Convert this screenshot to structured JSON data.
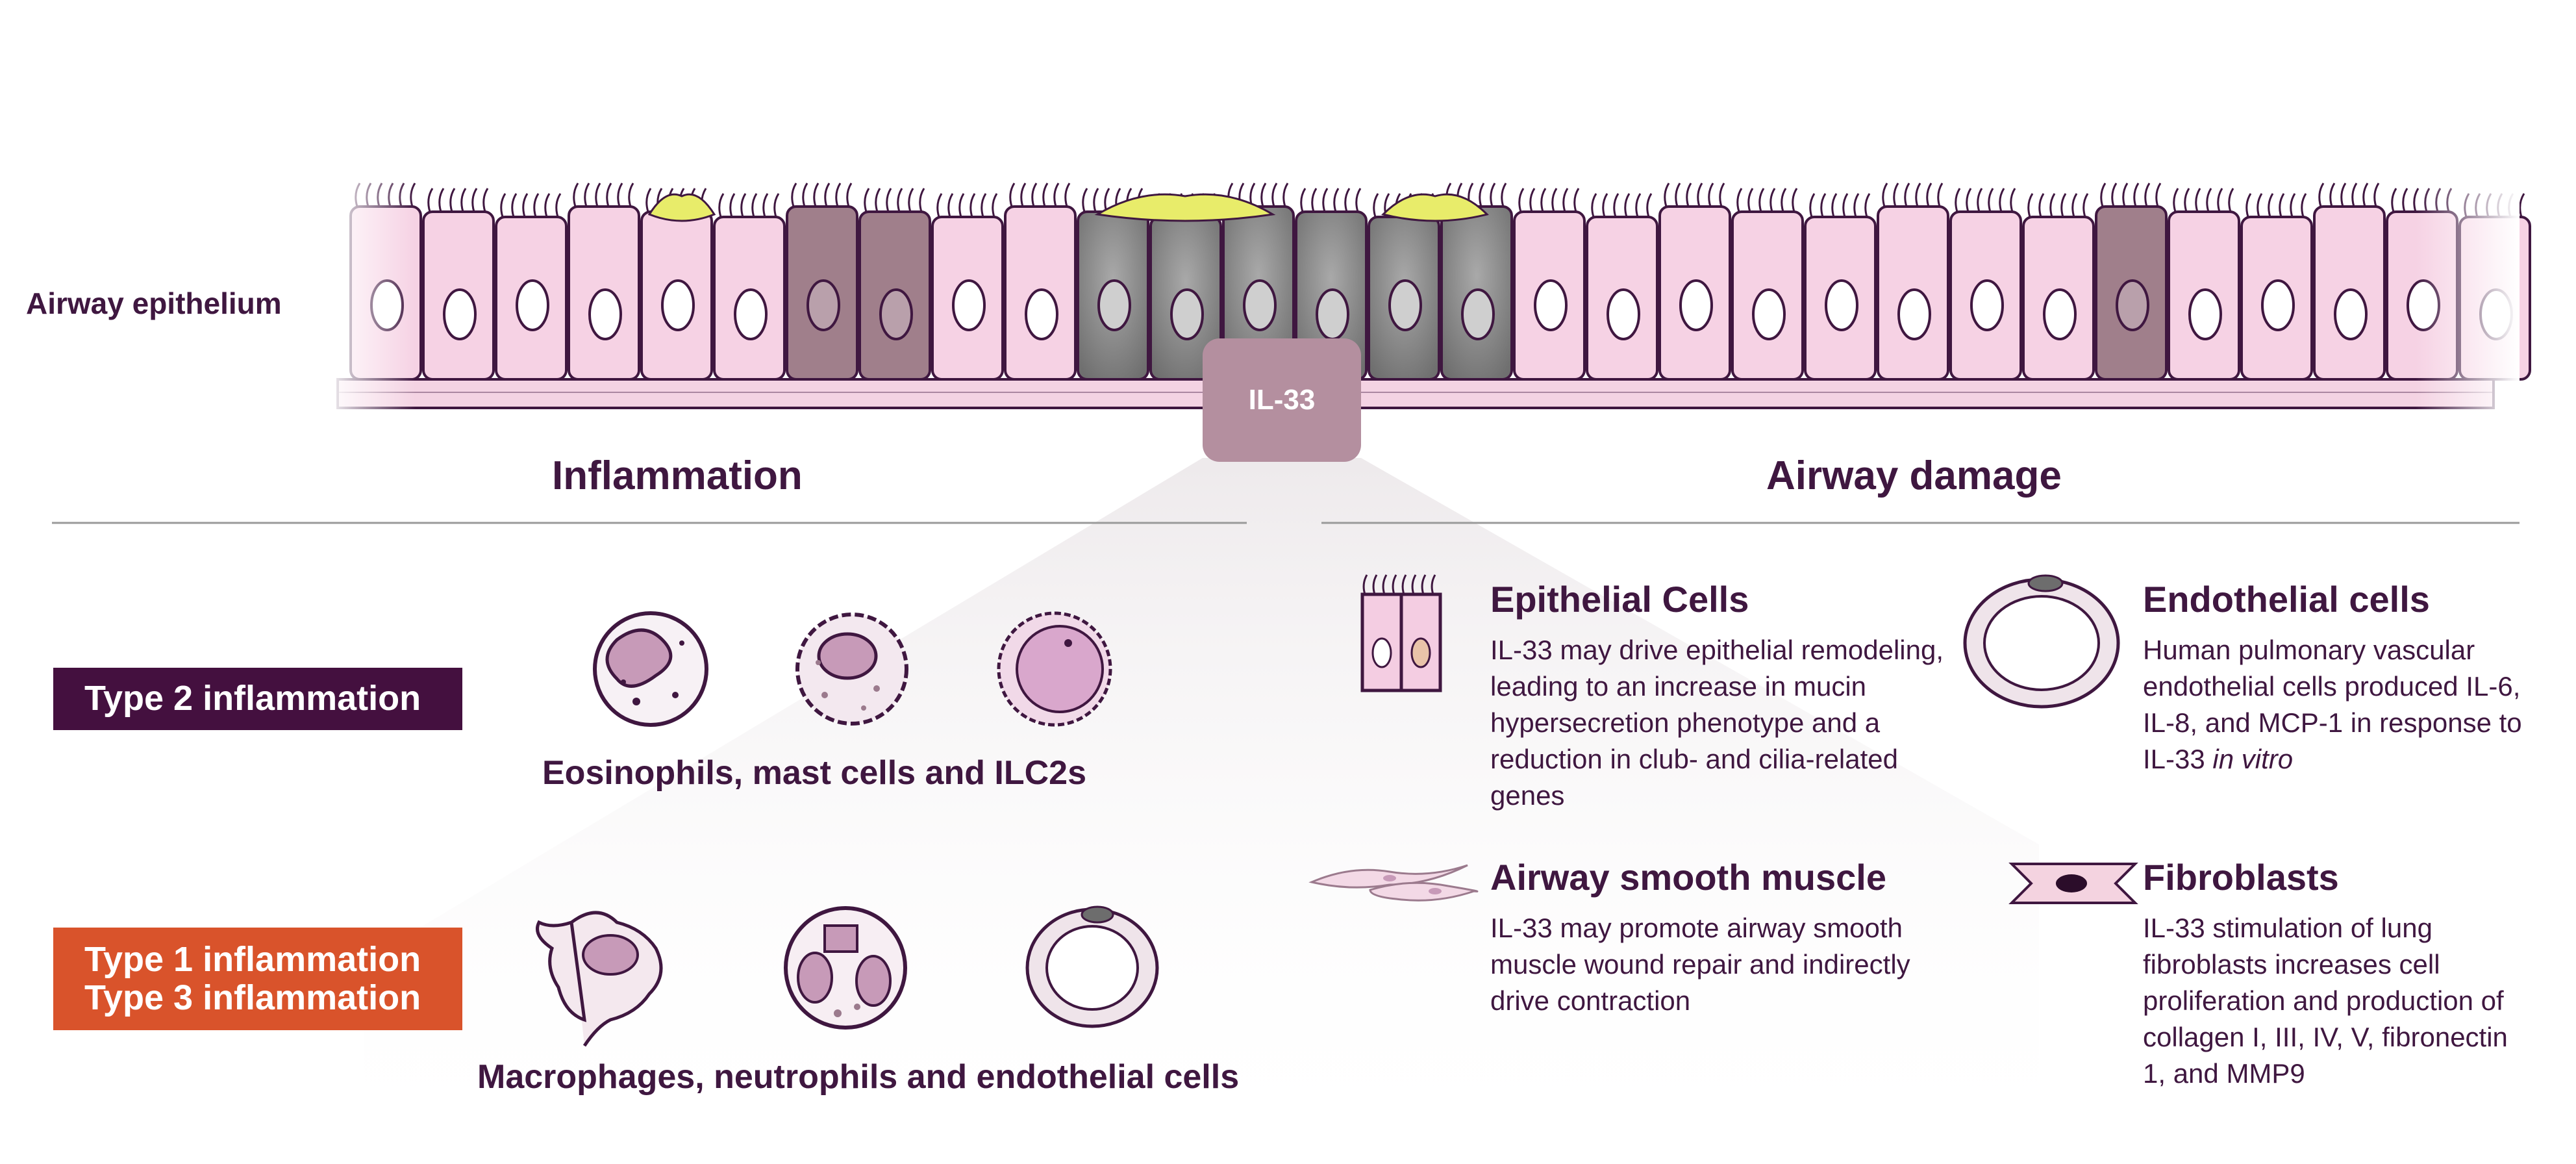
{
  "epithelium_label": "Airway epithelium",
  "il33_label": "IL-33",
  "sections": {
    "inflammation": "Inflammation",
    "airway_damage": "Airway damage"
  },
  "inflammation": {
    "type2": {
      "badge": "Type 2 inflammation",
      "badge_color": "#44103f",
      "caption": "Eosinophils, mast cells and ILC2s",
      "icons": [
        "eosinophil-icon",
        "mast-cell-icon",
        "ilc2-icon"
      ]
    },
    "type13": {
      "badge_line1": "Type 1 inflammation",
      "badge_line2": "Type 3 inflammation",
      "badge_color": "#d9532b",
      "caption": "Macrophages, neutrophils and endothelial cells",
      "icons": [
        "macrophage-icon",
        "neutrophil-icon",
        "endothelial-cell-icon"
      ]
    }
  },
  "damage": {
    "epithelial": {
      "title": "Epithelial Cells",
      "body": "IL-33 may drive epithelial remodeling, leading to an increase in mucin hypersecretion phenotype and a reduction in club- and cilia-related genes"
    },
    "endothelial": {
      "title": "Endothelial cells",
      "body": "Human pulmonary vascular endothelial cells produced IL-6, IL-8, and MCP-1 in response to IL-33 ",
      "body_italic": "in vitro"
    },
    "smooth_muscle": {
      "title": "Airway smooth muscle",
      "body": "IL-33 may promote airway smooth muscle wound repair and indirectly drive contraction"
    },
    "fibroblasts": {
      "title": "Fibroblasts",
      "body": "IL-33 stimulation of lung fibroblasts increases cell proliferation and production of  collagen I, III, IV, V, fibronectin 1, and MMP9"
    }
  },
  "colors": {
    "dark_purple": "#3f1740",
    "pink_cell": "#f6d2e4",
    "mauve_cell": "#a07f8b",
    "grey_cell": "#8e8e8e",
    "mucus": "#e8ec6a",
    "il33_box": "#b48f9f",
    "type1_3_orange": "#d9532b"
  }
}
